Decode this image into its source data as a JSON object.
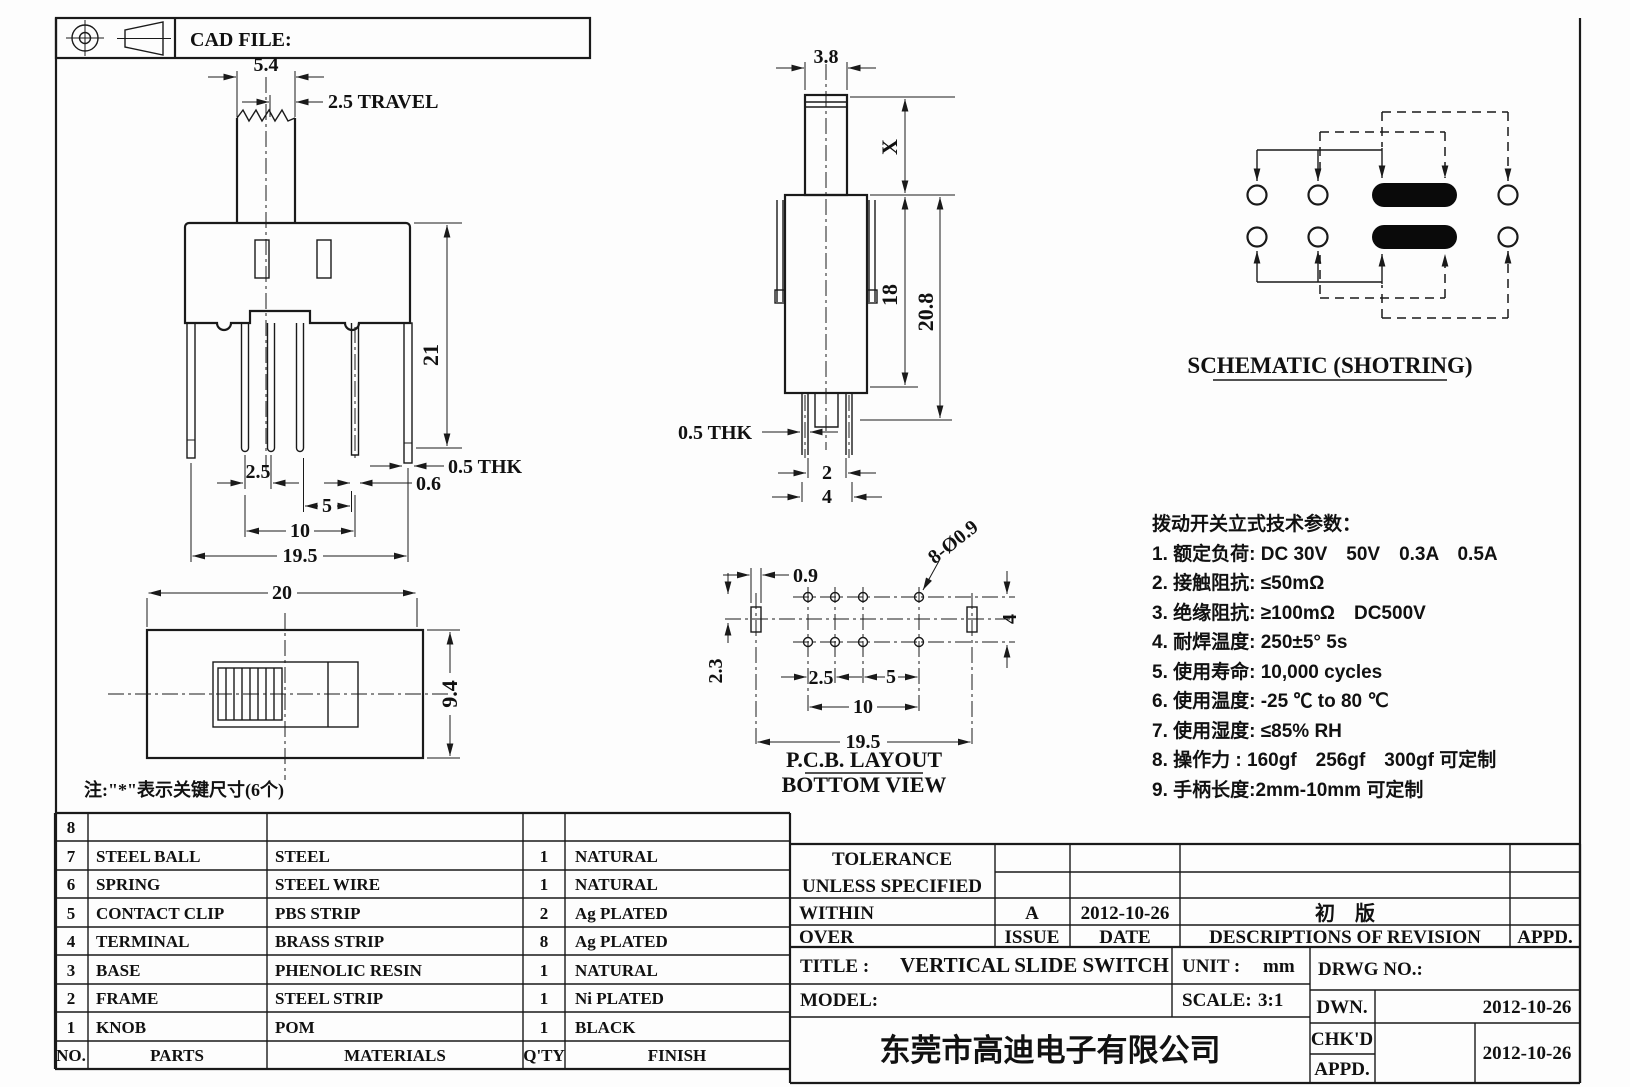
{
  "header": {
    "cad_file": "CAD FILE:"
  },
  "note": "注:\"*\"表示关键尺寸(6个)",
  "front_view": {
    "d_width": "5.4",
    "d_travel": "2.5 TRAVEL",
    "d_height": "21",
    "d_thk": "0.5 THK",
    "d_pin_w": "0.6",
    "d_pitch": "2.5",
    "d_p5": "5",
    "d_p10": "10",
    "d_span": "19.5"
  },
  "side_view": {
    "d_knob": "3.8",
    "d_x": "X",
    "d_body": "18",
    "d_total": "20.8",
    "d_thk": "0.5 THK",
    "d_p2": "2",
    "d_p4": "4"
  },
  "top_view": {
    "d_len": "20",
    "d_wid": "9.4"
  },
  "pcb_view": {
    "d_slot": "0.9",
    "d_holes": "8-Ø0.9",
    "d_edge": "2.3",
    "d_pitch": "2.5",
    "d_p5": "5",
    "d_p10": "10",
    "d_span": "19.5",
    "d_rows": "4",
    "title": "P.C.B. LAYOUT",
    "subtitle": "BOTTOM VIEW"
  },
  "schematic": {
    "title": "SCHEMATIC (SHOTRING)"
  },
  "tech_params": {
    "title": "拨动开关立式技术参数：",
    "items": [
      "1. 额定负荷: DC 30V　50V　0.3A　0.5A",
      "2. 接触阻抗: ≤50mΩ",
      "3. 绝缘阻抗: ≥100mΩ　DC500V",
      "4. 耐焊温度: 250±5°  5s",
      "5. 使用寿命: 10,000 cycles",
      "6. 使用温度: -25 ℃ to 80 ℃",
      "7. 使用湿度: ≤85% RH",
      "8. 操作力 : 160gf　256gf　300gf 可定制",
      "9. 手柄长度:2mm-10mm  可定制"
    ]
  },
  "parts_table": {
    "header": {
      "no": "NO.",
      "parts": "PARTS",
      "materials": "MATERIALS",
      "qty": "Q'TY",
      "finish": "FINISH"
    },
    "rows": [
      {
        "no": "8",
        "part": "",
        "material": "",
        "qty": "",
        "finish": ""
      },
      {
        "no": "7",
        "part": "STEEL BALL",
        "material": "STEEL",
        "qty": "1",
        "finish": "NATURAL"
      },
      {
        "no": "6",
        "part": "SPRING",
        "material": "STEEL WIRE",
        "qty": "1",
        "finish": "NATURAL"
      },
      {
        "no": "5",
        "part": "CONTACT CLIP",
        "material": "PBS STRIP",
        "qty": "2",
        "finish": "Ag PLATED"
      },
      {
        "no": "4",
        "part": "TERMINAL",
        "material": "BRASS STRIP",
        "qty": "8",
        "finish": "Ag PLATED"
      },
      {
        "no": "3",
        "part": "BASE",
        "material": "PHENOLIC RESIN",
        "qty": "1",
        "finish": "NATURAL"
      },
      {
        "no": "2",
        "part": "FRAME",
        "material": "STEEL STRIP",
        "qty": "1",
        "finish": "Ni PLATED"
      },
      {
        "no": "1",
        "part": "KNOB",
        "material": "POM",
        "qty": "1",
        "finish": "BLACK"
      }
    ]
  },
  "title_block": {
    "tolerance_l1": "TOLERANCE",
    "tolerance_l2": "UNLESS  SPECIFIED",
    "within": "WITHIN",
    "over": "OVER",
    "issue_label": "ISSUE",
    "date_label": "DATE",
    "desc_label": "DESCRIPTIONS OF REVISION",
    "appd_label": "APPD.",
    "rev_issue": "A",
    "rev_date": "2012-10-26",
    "rev_desc": "初　版",
    "title_label": "TITLE :",
    "title_value": "VERTICAL SLIDE SWITCH",
    "unit_label": "UNIT :",
    "unit_value": "mm",
    "drwg_label": "DRWG NO.:",
    "model_label": "MODEL:",
    "scale_label": "SCALE:",
    "scale_value": "3:1",
    "dwn_label": "DWN.",
    "chkd_label": "CHK'D",
    "appd2_label": "APPD.",
    "dwn_date": "2012-10-26",
    "chk_date": "2012-10-26",
    "company": "东莞市高迪电子有限公司"
  }
}
